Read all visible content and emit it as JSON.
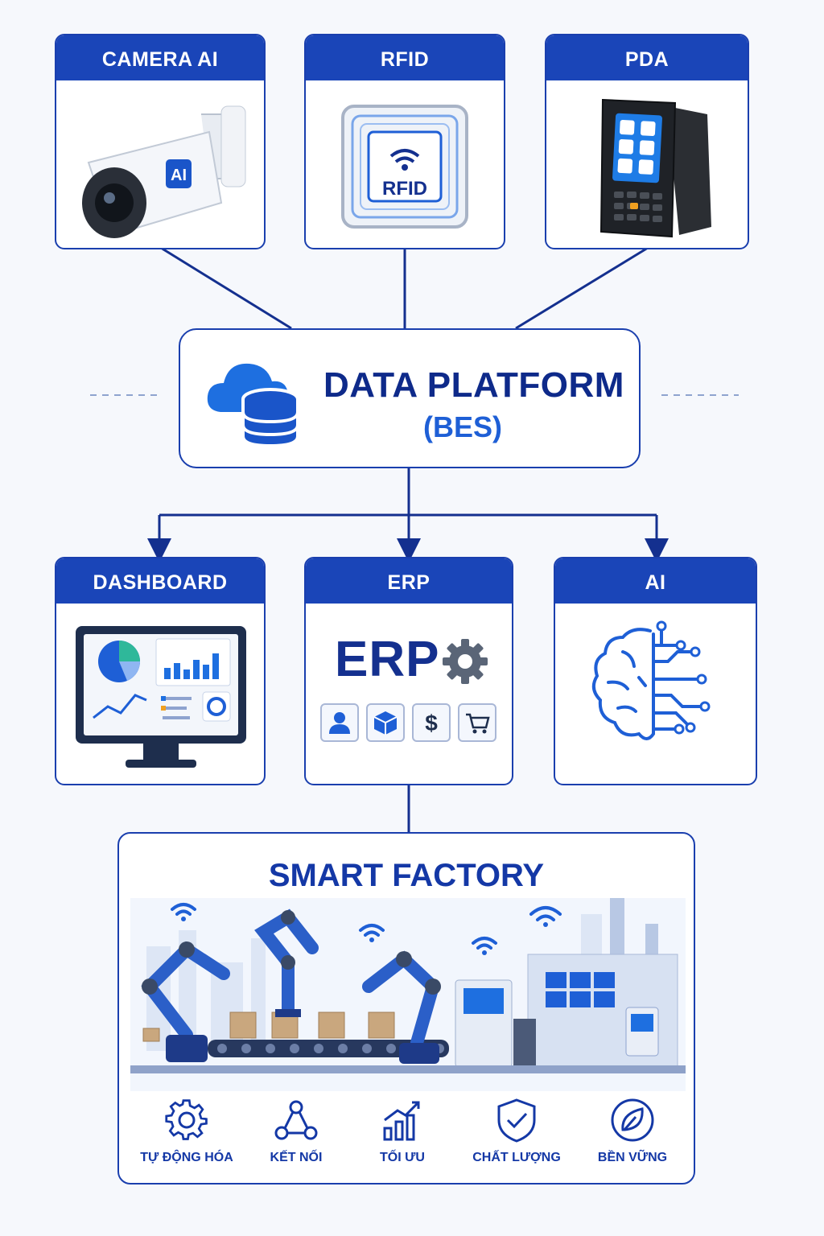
{
  "inputs": [
    {
      "label": "CAMERA AI",
      "icon": "security-camera-icon",
      "badge": "AI"
    },
    {
      "label": "RFID",
      "icon": "rfid-tag-icon",
      "badge": "RFID"
    },
    {
      "label": "PDA",
      "icon": "handheld-scanner-icon"
    }
  ],
  "platform": {
    "title": "DATA PLATFORM",
    "subtitle": "(BES)",
    "icon": "cloud-database-icon"
  },
  "outputs": [
    {
      "label": "DASHBOARD",
      "icon": "monitor-dashboard-icon"
    },
    {
      "label": "ERP",
      "icon": "erp-gear-icon",
      "word": "ERP",
      "modules": [
        "user-icon",
        "box-icon",
        "dollar-icon",
        "cart-icon"
      ]
    },
    {
      "label": "AI",
      "icon": "circuit-brain-icon"
    }
  ],
  "factory": {
    "title": "SMART FACTORY",
    "features": [
      {
        "label": "TỰ ĐỘNG HÓA",
        "icon": "gear-icon"
      },
      {
        "label": "KẾT NỐI",
        "icon": "network-icon"
      },
      {
        "label": "TỐI ƯU",
        "icon": "growth-chart-icon"
      },
      {
        "label": "CHẤT LƯỢNG",
        "icon": "shield-check-icon"
      },
      {
        "label": "BỀN VỮNG",
        "icon": "leaf-icon"
      }
    ]
  },
  "colors": {
    "primary": "#1a45b8",
    "navy": "#0e2a8a",
    "accent": "#1e6fe0",
    "background": "#f6f8fc"
  }
}
